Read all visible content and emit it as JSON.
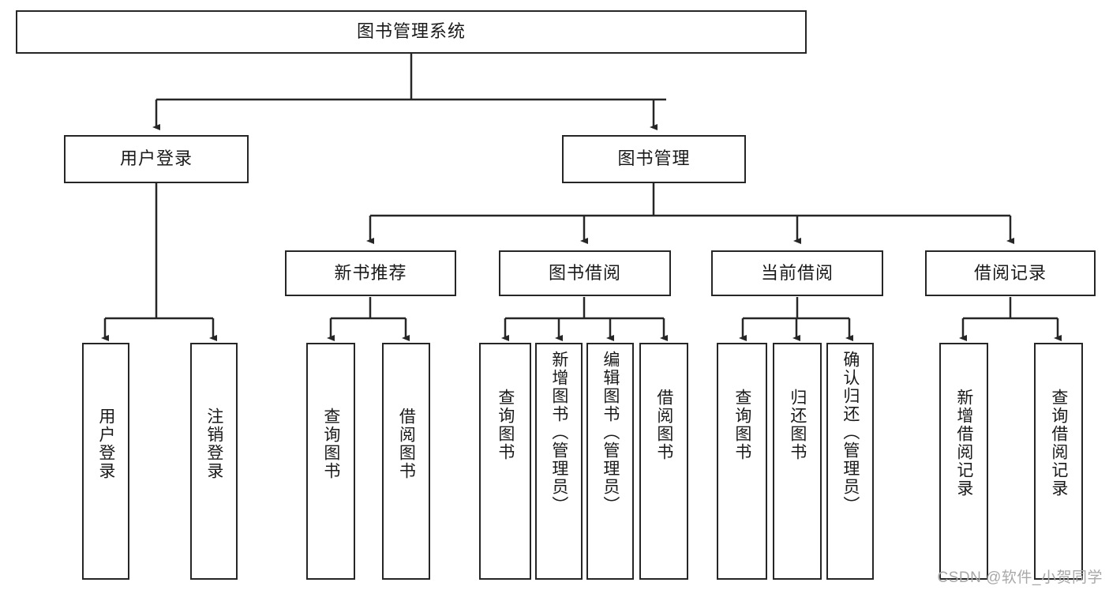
{
  "diagram": {
    "type": "tree-hierarchy",
    "title": "图书管理系统",
    "watermark": "CSDN @软件_小贺同学",
    "colors": {
      "stroke": "#262626",
      "background": "#ffffff",
      "text": "#1a1a1a",
      "watermark": "#a8a8a8"
    },
    "nodes": {
      "root": {
        "label": "图书管理系统",
        "orientation": "horizontal"
      },
      "level1": [
        {
          "label": "用户登录",
          "orientation": "horizontal"
        },
        {
          "label": "图书管理",
          "orientation": "horizontal"
        }
      ],
      "level2": [
        {
          "label": "新书推荐",
          "orientation": "horizontal"
        },
        {
          "label": "图书借阅",
          "orientation": "horizontal"
        },
        {
          "label": "当前借阅",
          "orientation": "horizontal"
        },
        {
          "label": "借阅记录",
          "orientation": "horizontal"
        }
      ],
      "leaves": {
        "user_login": [
          {
            "label": "用户登录",
            "orientation": "vertical"
          },
          {
            "label": "注销登录",
            "orientation": "vertical"
          }
        ],
        "new_book_recommend": [
          {
            "label": "查询图书",
            "orientation": "vertical"
          },
          {
            "label": "借阅图书",
            "orientation": "vertical"
          }
        ],
        "book_borrow": [
          {
            "label": "查询图书",
            "orientation": "vertical"
          },
          {
            "label": "新增图书（管理员）",
            "orientation": "vertical"
          },
          {
            "label": "编辑图书（管理员）",
            "orientation": "vertical"
          },
          {
            "label": "借阅图书",
            "orientation": "vertical"
          }
        ],
        "current_borrow": [
          {
            "label": "查询图书",
            "orientation": "vertical"
          },
          {
            "label": "归还图书",
            "orientation": "vertical"
          },
          {
            "label": "确认归还（管理员）",
            "orientation": "vertical"
          }
        ],
        "borrow_record": [
          {
            "label": "新增借阅记录",
            "orientation": "vertical"
          },
          {
            "label": "查询借阅记录",
            "orientation": "vertical"
          }
        ]
      }
    },
    "edges": [
      {
        "from": "图书管理系统",
        "to": "用户登录"
      },
      {
        "from": "图书管理系统",
        "to": "图书管理"
      },
      {
        "from": "图书管理",
        "to": "新书推荐"
      },
      {
        "from": "图书管理",
        "to": "图书借阅"
      },
      {
        "from": "图书管理",
        "to": "当前借阅"
      },
      {
        "from": "图书管理",
        "to": "借阅记录"
      },
      {
        "from": "用户登录",
        "to": "用户登录"
      },
      {
        "from": "用户登录",
        "to": "注销登录"
      },
      {
        "from": "新书推荐",
        "to": "查询图书"
      },
      {
        "from": "新书推荐",
        "to": "借阅图书"
      },
      {
        "from": "图书借阅",
        "to": "查询图书"
      },
      {
        "from": "图书借阅",
        "to": "新增图书（管理员）"
      },
      {
        "from": "图书借阅",
        "to": "编辑图书（管理员）"
      },
      {
        "from": "图书借阅",
        "to": "借阅图书"
      },
      {
        "from": "当前借阅",
        "to": "查询图书"
      },
      {
        "from": "当前借阅",
        "to": "归还图书"
      },
      {
        "from": "当前借阅",
        "to": "确认归还（管理员）"
      },
      {
        "from": "借阅记录",
        "to": "新增借阅记录"
      },
      {
        "from": "借阅记录",
        "to": "查询借阅记录"
      }
    ]
  }
}
